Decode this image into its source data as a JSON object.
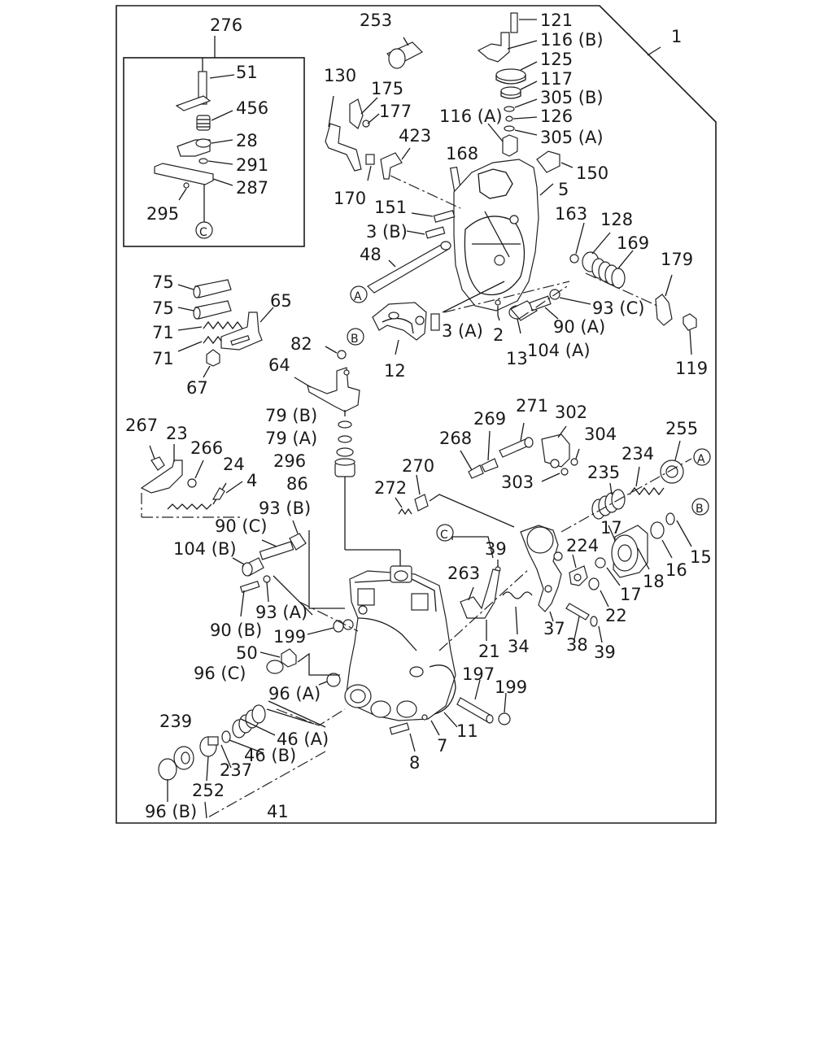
{
  "diagram": {
    "callouts": {
      "c_1": "1",
      "c_2": "2",
      "c_3a": "3 (A)",
      "c_3b": "3 (B)",
      "c_4": "4",
      "c_5": "5",
      "c_7": "7",
      "c_8": "8",
      "c_11": "11",
      "c_12": "12",
      "c_13": "13",
      "c_15": "15",
      "c_16": "16",
      "c_17a": "17",
      "c_17b": "17",
      "c_18": "18",
      "c_21": "21",
      "c_22": "22",
      "c_23": "23",
      "c_24": "24",
      "c_28": "28",
      "c_34": "34",
      "c_37": "37",
      "c_38": "38",
      "c_39a": "39",
      "c_39b": "39",
      "c_41": "41",
      "c_46a": "46 (A)",
      "c_46b": "46 (B)",
      "c_48": "48",
      "c_50": "50",
      "c_51": "51",
      "c_64": "64",
      "c_65": "65",
      "c_67": "67",
      "c_71a": "71",
      "c_71b": "71",
      "c_75a": "75",
      "c_75b": "75",
      "c_79a": "79 (A)",
      "c_79b": "79 (B)",
      "c_82": "82",
      "c_86": "86",
      "c_90a": "90 (A)",
      "c_90b": "90 (B)",
      "c_90c": "90 (C)",
      "c_93a": "93 (A)",
      "c_93b": "93 (B)",
      "c_93c": "93 (C)",
      "c_96a": "96 (A)",
      "c_96b": "96 (B)",
      "c_96c": "96 (C)",
      "c_104a": "104 (A)",
      "c_104b": "104 (B)",
      "c_116a": "116 (A)",
      "c_116b": "116 (B)",
      "c_117": "117",
      "c_119": "119",
      "c_121": "121",
      "c_125": "125",
      "c_126": "126",
      "c_128": "128",
      "c_130": "130",
      "c_150": "150",
      "c_151": "151",
      "c_163": "163",
      "c_168": "168",
      "c_169": "169",
      "c_170": "170",
      "c_175": "175",
      "c_177": "177",
      "c_179": "179",
      "c_197": "197",
      "c_199a": "199",
      "c_199b": "199",
      "c_224": "224",
      "c_234": "234",
      "c_235": "235",
      "c_237": "237",
      "c_239": "239",
      "c_252": "252",
      "c_253": "253",
      "c_255": "255",
      "c_263": "263",
      "c_266": "266",
      "c_267": "267",
      "c_268": "268",
      "c_269": "269",
      "c_270": "270",
      "c_271": "271",
      "c_272": "272",
      "c_276": "276",
      "c_287": "287",
      "c_291": "291",
      "c_295": "295",
      "c_296": "296",
      "c_302": "302",
      "c_303": "303",
      "c_304": "304",
      "c_305a": "305 (A)",
      "c_305b": "305 (B)",
      "c_423": "423",
      "c_456": "456"
    },
    "refs": {
      "a1": "A",
      "a2": "A",
      "b1": "B",
      "b2": "B",
      "c1": "C",
      "c2": "C"
    }
  }
}
